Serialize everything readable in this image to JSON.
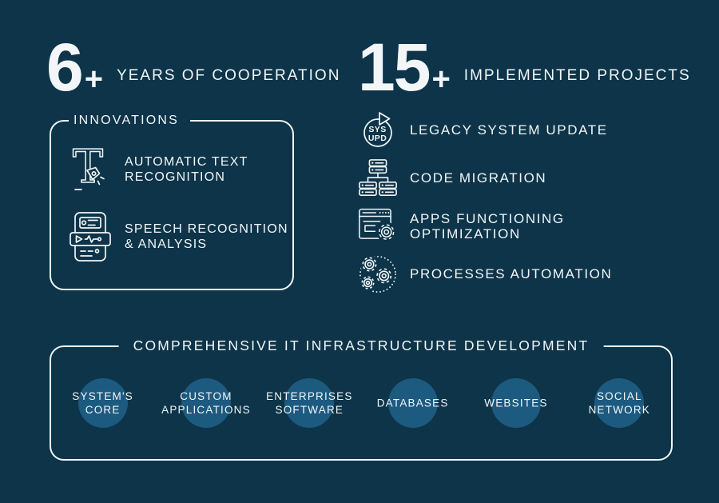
{
  "colors": {
    "background": "#0d3449",
    "foreground": "#f2f6f8",
    "circle": "#1d5a80"
  },
  "stats": {
    "cooperation": {
      "value": "6",
      "plus": "+",
      "label": "YEARS OF COOPERATION"
    },
    "projects": {
      "value": "15",
      "plus": "+",
      "label": "IMPLEMENTED PROJECTS"
    }
  },
  "innovations": {
    "title": "INNOVATIONS",
    "items": [
      {
        "icon": "automatic-text-recognition-icon",
        "label": "AUTOMATIC TEXT RECOGNITION",
        "line1": "AUTOMATIC TEXT",
        "line2": "RECOGNITION"
      },
      {
        "icon": "speech-recognition-icon",
        "label": "SPEECH RECOGNITION & ANALYSIS",
        "line1": "SPEECH RECOGNITION",
        "line2": "& ANALYSIS"
      }
    ]
  },
  "projects_list": {
    "items": [
      {
        "icon": "legacy-system-update-icon",
        "icon_text": {
          "line1": "SYS",
          "line2": "UPD"
        },
        "label": "LEGACY SYSTEM UPDATE",
        "line1": "LEGACY SYSTEM UPDATE",
        "line2": ""
      },
      {
        "icon": "code-migration-icon",
        "label": "CODE MIGRATION",
        "line1": "CODE MIGRATION",
        "line2": ""
      },
      {
        "icon": "apps-functioning-optimization-icon",
        "label": "APPS FUNCTIONING OPTIMIZATION",
        "line1": "APPS FUNCTIONING",
        "line2": "OPTIMIZATION"
      },
      {
        "icon": "processes-automation-icon",
        "label": "PROCESSES AUTOMATION",
        "line1": "PROCESSES AUTOMATION",
        "line2": ""
      }
    ]
  },
  "infrastructure": {
    "title": "COMPREHENSIVE IT INFRASTRUCTURE DEVELOPMENT",
    "items": [
      {
        "label": "SYSTEM'S CORE",
        "line1": "SYSTEM'S",
        "line2": "CORE"
      },
      {
        "label": "CUSTOM APPLICATIONS",
        "line1": "CUSTOM",
        "line2": "APPLICATIONS"
      },
      {
        "label": "ENTERPRISES SOFTWARE",
        "line1": "ENTERPRISES",
        "line2": "SOFTWARE"
      },
      {
        "label": "DATABASES",
        "line1": "DATABASES",
        "line2": ""
      },
      {
        "label": "WEBSITES",
        "line1": "WEBSITES",
        "line2": ""
      },
      {
        "label": "SOCIAL NETWORK",
        "line1": "SOCIAL",
        "line2": "NETWORK"
      }
    ]
  }
}
